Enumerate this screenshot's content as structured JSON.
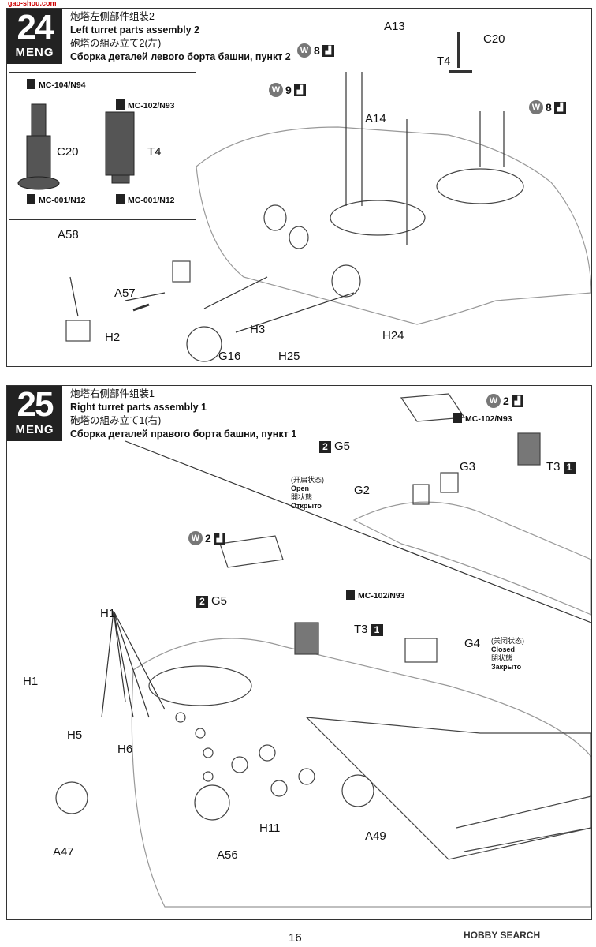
{
  "step24": {
    "number": "24",
    "brand": "MENG",
    "title_zh": "炮塔左侧部件组装2",
    "title_en": "Left turret parts assembly 2",
    "title_ja": "砲塔の組み立て2(左)",
    "title_ru": "Сборка деталей левого борта башни, пункт 2",
    "inset": {
      "paints": [
        "MC-104/N94",
        "MC-102/N93",
        "MC-001/N12",
        "MC-001/N12"
      ],
      "parts": [
        "C20",
        "T4"
      ]
    },
    "badges": [
      "8",
      "9",
      "8"
    ],
    "labels": [
      "A13",
      "C20",
      "T4",
      "A14",
      "A58",
      "A57",
      "H2",
      "H3",
      "H24",
      "H25",
      "G16"
    ]
  },
  "step25": {
    "number": "25",
    "brand": "MENG",
    "title_zh": "炮塔右侧部件组装1",
    "title_en": "Right turret parts assembly 1",
    "title_ja": "砲塔の組み立て1(右)",
    "title_ru": "Сборка деталей правого борта башни, пункт 1",
    "badges": [
      "2",
      "2"
    ],
    "paints": [
      "MC-102/N93",
      "MC-102/N93"
    ],
    "open_note": {
      "zh": "(开启状态)",
      "en": "Open",
      "ja": "開状態",
      "ru": "Открыто"
    },
    "closed_note": {
      "zh": "(关闭状态)",
      "en": "Closed",
      "ja": "閉状態",
      "ru": "Закрыто"
    },
    "labels": [
      "G5",
      "G3",
      "T3",
      "G2",
      "H1",
      "G5",
      "T3",
      "G4",
      "H1",
      "H5",
      "H6",
      "A47",
      "A56",
      "H11",
      "A49"
    ],
    "seq": [
      "2",
      "1",
      "2",
      "1"
    ]
  },
  "footer": {
    "page": "16",
    "watermark": "HOBBY SEARCH",
    "site_watermark": "gao-shou.com"
  }
}
